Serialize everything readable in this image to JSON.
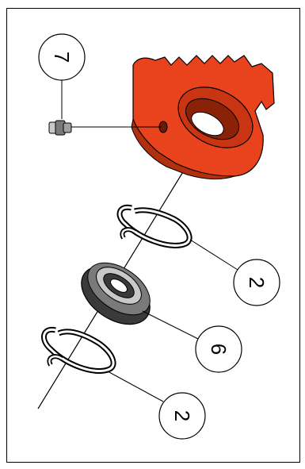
{
  "callouts": [
    {
      "label": "7"
    },
    {
      "label": "2"
    },
    {
      "label": "6"
    },
    {
      "label": "2"
    }
  ],
  "colors": {
    "bracket": "#e8431c",
    "bracket_shadow": "#b3300f",
    "bracket_inner": "#8a2208",
    "bearing_dark": "#3a3a3a",
    "bearing_mid": "#7a7a7a",
    "bearing_light": "#c8c8c8",
    "line": "#000000",
    "frame": "#000000"
  },
  "icons": {
    "bracket": "rod-end-bracket-icon",
    "grease_fitting": "grease-fitting-icon",
    "snap_ring": "snap-ring-icon",
    "bearing": "spherical-bearing-icon"
  }
}
